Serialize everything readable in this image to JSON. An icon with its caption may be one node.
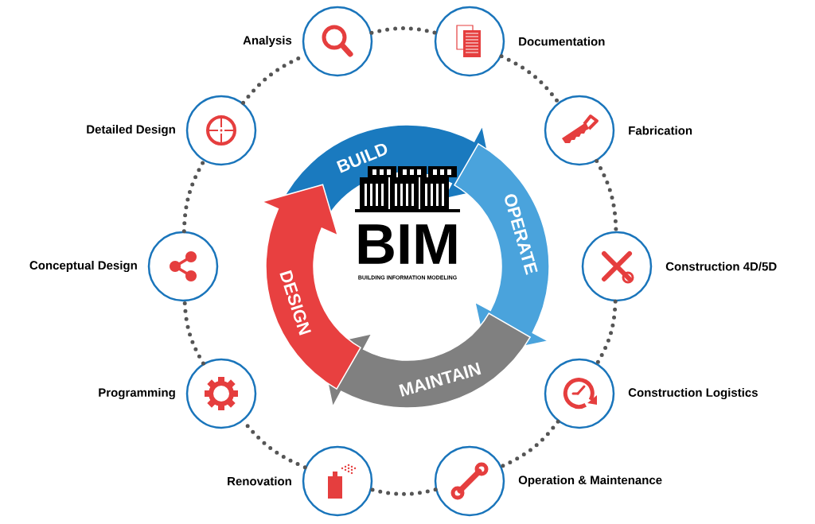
{
  "diagram": {
    "nodes": [
      {
        "text": [],
        "shape": "circle",
        "beside": [
          "Analysis"
        ]
      },
      {
        "text": [],
        "shape": "circle",
        "beside": [
          "Documentation"
        ]
      },
      {
        "text": [],
        "shape": "circle",
        "beside": [
          "Fabrication"
        ]
      },
      {
        "text": [],
        "shape": "circle",
        "beside": [
          "Construction 4D/5D"
        ]
      },
      {
        "text": [],
        "shape": "circle",
        "beside": [
          "Construction Logistics"
        ]
      },
      {
        "text": [],
        "shape": "circle",
        "beside": [
          "Operation & Maintenance"
        ]
      },
      {
        "text": [],
        "shape": "circle",
        "beside": [
          "Renovation"
        ]
      },
      {
        "text": [],
        "shape": "circle",
        "beside": [
          "Programming"
        ]
      },
      {
        "text": [],
        "shape": "circle",
        "beside": [
          "Conceptual Design"
        ]
      },
      {
        "text": [],
        "shape": "circle",
        "beside": [
          "Detailed Design"
        ]
      },
      {
        "text": [
          "BUILD"
        ]
      },
      {
        "text": [
          "OPERATE"
        ]
      },
      {
        "text": [
          "MAINTAIN"
        ]
      },
      {
        "text": [
          "DESIGN"
        ]
      }
    ],
    "edges": [
      {
        "from": 0,
        "to": 1,
        "arrow": "none",
        "style": "dashed"
      },
      {
        "from": 1,
        "to": 2,
        "arrow": "none",
        "style": "dashed"
      },
      {
        "from": 2,
        "to": 3,
        "arrow": "none",
        "style": "dashed"
      },
      {
        "from": 3,
        "to": 4,
        "arrow": "none",
        "style": "dashed"
      },
      {
        "from": 4,
        "to": 5,
        "arrow": "none",
        "style": "dashed"
      },
      {
        "from": 5,
        "to": 6,
        "arrow": "none",
        "style": "dashed"
      },
      {
        "from": 6,
        "to": 7,
        "arrow": "none",
        "style": "dashed"
      },
      {
        "from": 7,
        "to": 8,
        "arrow": "none",
        "style": "dashed"
      },
      {
        "from": 8,
        "to": 9,
        "arrow": "none",
        "style": "dashed"
      },
      {
        "from": 9,
        "to": 0,
        "arrow": "none",
        "style": "dashed"
      }
    ],
    "labels": [
      "BIM",
      "BUILDING INFORMATION MODELING"
    ]
  }
}
